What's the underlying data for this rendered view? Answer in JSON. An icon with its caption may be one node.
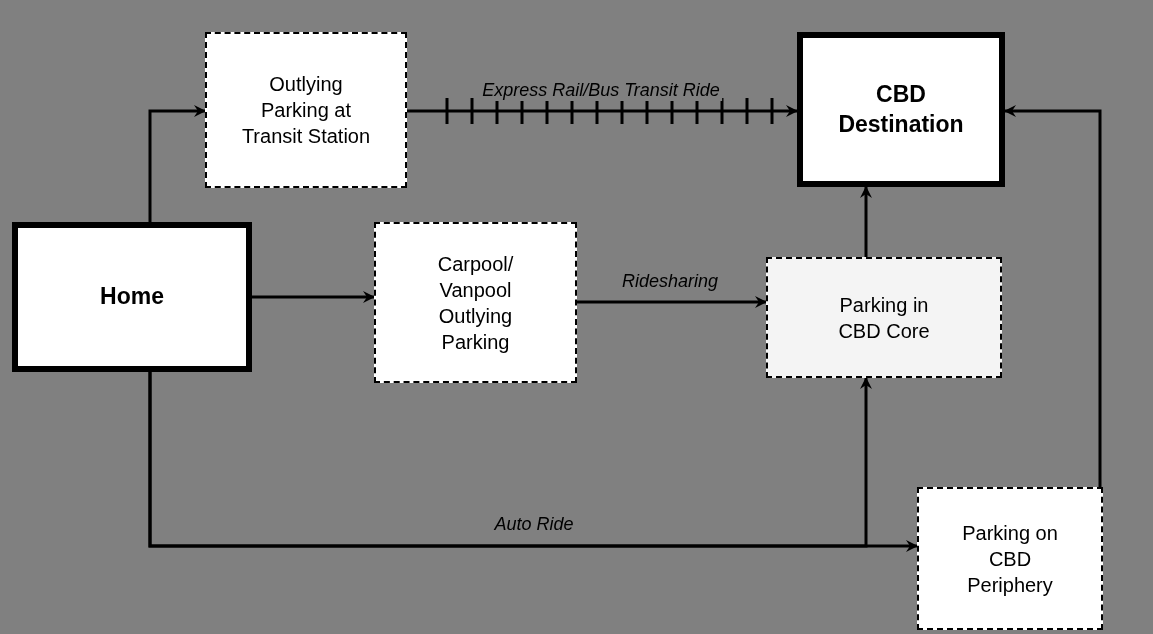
{
  "diagram": {
    "nodes": [
      {
        "text": [
          "Home"
        ]
      },
      {
        "text": [
          "Outlying Parking at Transit Station"
        ]
      },
      {
        "text": [
          "CBD Destination"
        ]
      },
      {
        "text": [
          "Carpool/ Vanpool Outlying Parking"
        ]
      },
      {
        "text": [
          "Parking in CBD Core"
        ]
      },
      {
        "text": [
          "Parking on CBD Periphery"
        ]
      }
    ],
    "edges": [
      {
        "from": 0,
        "to": 1,
        "arrow": "to"
      },
      {
        "from": 1,
        "to": 2,
        "arrow": "to",
        "label": "Express Rail/Bus Transit Ride"
      },
      {
        "from": 0,
        "to": 3,
        "arrow": "to"
      },
      {
        "from": 3,
        "to": 4,
        "arrow": "to",
        "label": "Ridesharing"
      },
      {
        "from": 4,
        "to": 2,
        "arrow": "to"
      },
      {
        "from": 0,
        "to": 5,
        "arrow": "to",
        "label": "Auto Ride"
      },
      {
        "from": 0,
        "to": 4,
        "arrow": "to"
      },
      {
        "from": 5,
        "to": 2,
        "arrow": "to"
      }
    ]
  }
}
